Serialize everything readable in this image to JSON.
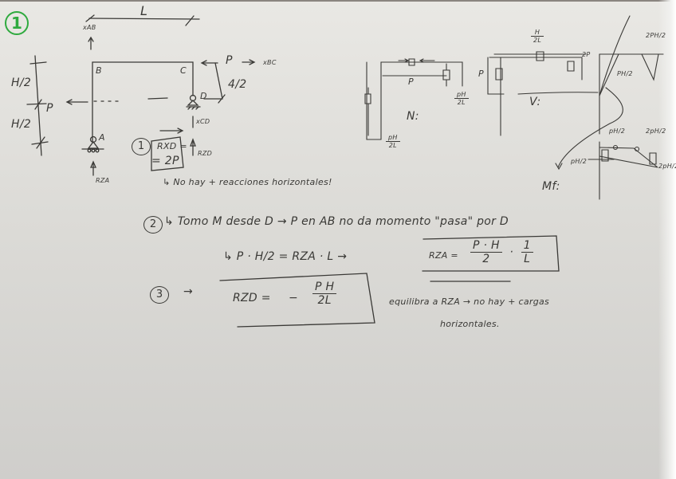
{
  "section_number": "1",
  "accent_color": "#2faa3f",
  "ink_color": "#3a3936",
  "frame": {
    "span_label": "L",
    "height_half_top": "H/2",
    "height_half_bottom": "H/2",
    "right_dim": "4/2",
    "nodes": {
      "A": "A",
      "B": "B",
      "C": "C",
      "D": "D"
    },
    "load_left": "P",
    "load_top": "P",
    "axis_ab": "xAB",
    "axis_bc": "xBC",
    "axis_cd": "xCD",
    "reaction_a": "RZA",
    "reaction_d": "RZD"
  },
  "steps": [
    {
      "number": "1",
      "formula_top": "RXD =",
      "formula_bottom": "= 2P",
      "note": "↳ No hay + reacciones horizontales!"
    },
    {
      "number": "2",
      "line1": "↳ Tomo M desde D → P en AB no da momento \"pasa\" por D",
      "line2_left": "↳ P · H/2 = RZA · L →",
      "boxed_lhs": "RZA =",
      "boxed_num": "P · H",
      "boxed_den": "2",
      "boxed_tail_num": "1",
      "boxed_tail_den": "L"
    },
    {
      "number": "3",
      "arrow": "→",
      "boxed_lhs": "RZD =",
      "boxed_sign": "−",
      "boxed_num": "P H",
      "boxed_den": "2L",
      "note_line1": "equilibra a RZA → no hay + cargas",
      "note_line2": "horizontales."
    }
  ],
  "diagrams": {
    "normal": {
      "title": "N:",
      "label_p": "P",
      "label_ph_right_num": "pH",
      "label_ph_right_den": "2L",
      "label_ph_bottom_num": "pH",
      "label_ph_bottom_den": "2L"
    },
    "shear": {
      "title": "V:",
      "label_top_num": "H",
      "label_top_den": "2L",
      "label_p": "P",
      "label_2p": "2P"
    },
    "moment": {
      "title": "Mf:",
      "label_2ph": "2PH/2",
      "label_ph": "PH/2",
      "label_ph_small": "pH/2",
      "label_2ph_small": "2pH/2",
      "label_ph_left": "pH/2",
      "label_2ph_right": "2pH/2"
    }
  }
}
